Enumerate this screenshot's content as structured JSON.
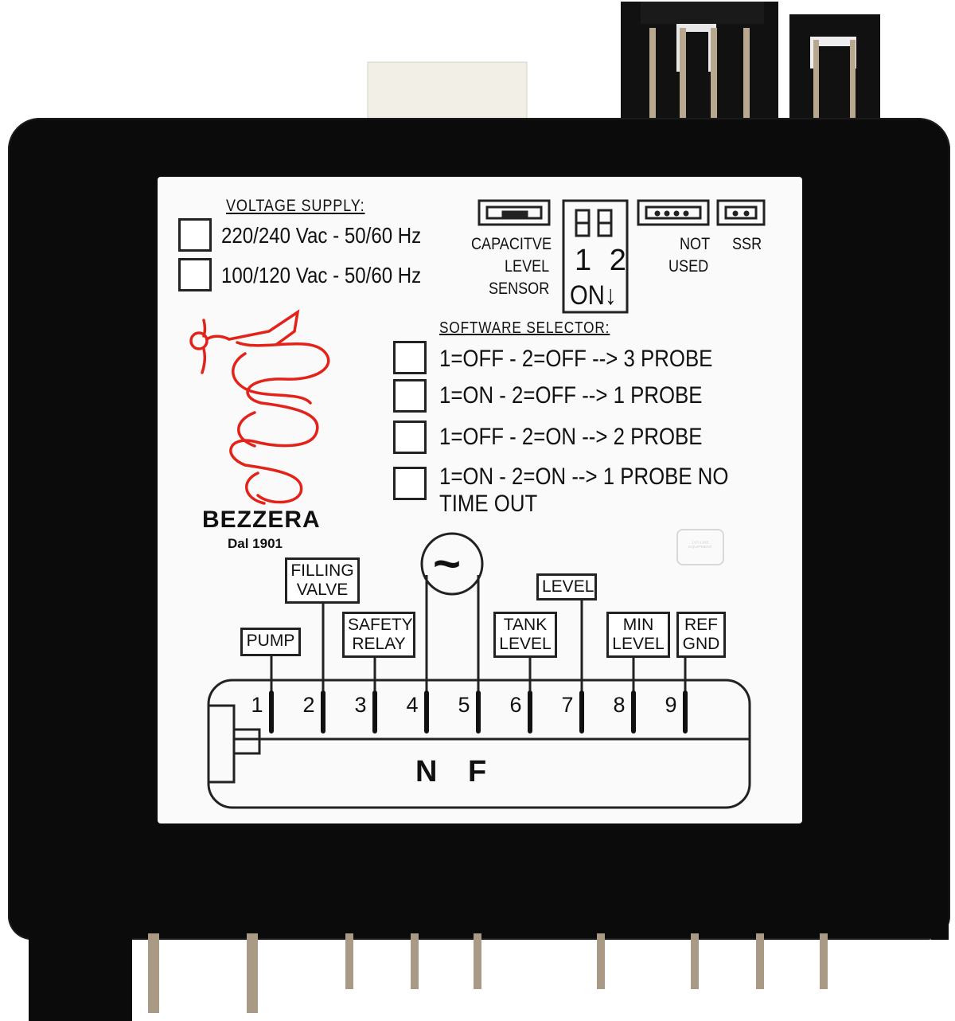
{
  "voltage_supply": {
    "title": "VOLTAGE SUPPLY:",
    "options": [
      "220/240 Vac - 50/60 Hz",
      "100/120 Vac - 50/60 Hz"
    ]
  },
  "connectors": {
    "capacitive": [
      "CAPACITVE",
      "LEVEL",
      "SENSOR"
    ],
    "dip_numbers": "1 2",
    "dip_on": "ON↓",
    "not_used": [
      "NOT",
      "USED"
    ],
    "ssr": "SSR"
  },
  "software_selector": {
    "title": "SOFTWARE SELECTOR:",
    "options": [
      "1=OFF - 2=OFF --> 3 PROBE",
      "1=ON - 2=OFF --> 1 PROBE",
      "1=OFF - 2=ON --> 2 PROBE",
      "1=ON - 2=ON --> 1 PROBE NO",
      "TIME OUT"
    ]
  },
  "brand": {
    "name": "BEZZERA",
    "tagline": "Dal 1901",
    "logo_color": "#e32219"
  },
  "watermark": "1ST-LINE EQUIPMENT",
  "terminals": {
    "pump": "PUMP",
    "filling_valve": [
      "FILLING",
      "VALVE"
    ],
    "safety_relay": [
      "SAFETY",
      "RELAY"
    ],
    "ac_symbol": "~",
    "tank_level": [
      "TANK",
      "LEVEL"
    ],
    "level": "LEVEL",
    "min_level": [
      "MIN",
      "LEVEL"
    ],
    "ref_gnd": [
      "REF",
      "GND"
    ],
    "pins": [
      "1",
      "2",
      "3",
      "4",
      "5",
      "6",
      "7",
      "8",
      "9"
    ],
    "n_label": "N",
    "f_label": "F"
  },
  "colors": {
    "housing": "#0b0b0b",
    "label": "#fafafa",
    "ink": "#111111",
    "logo_red": "#e32219"
  }
}
